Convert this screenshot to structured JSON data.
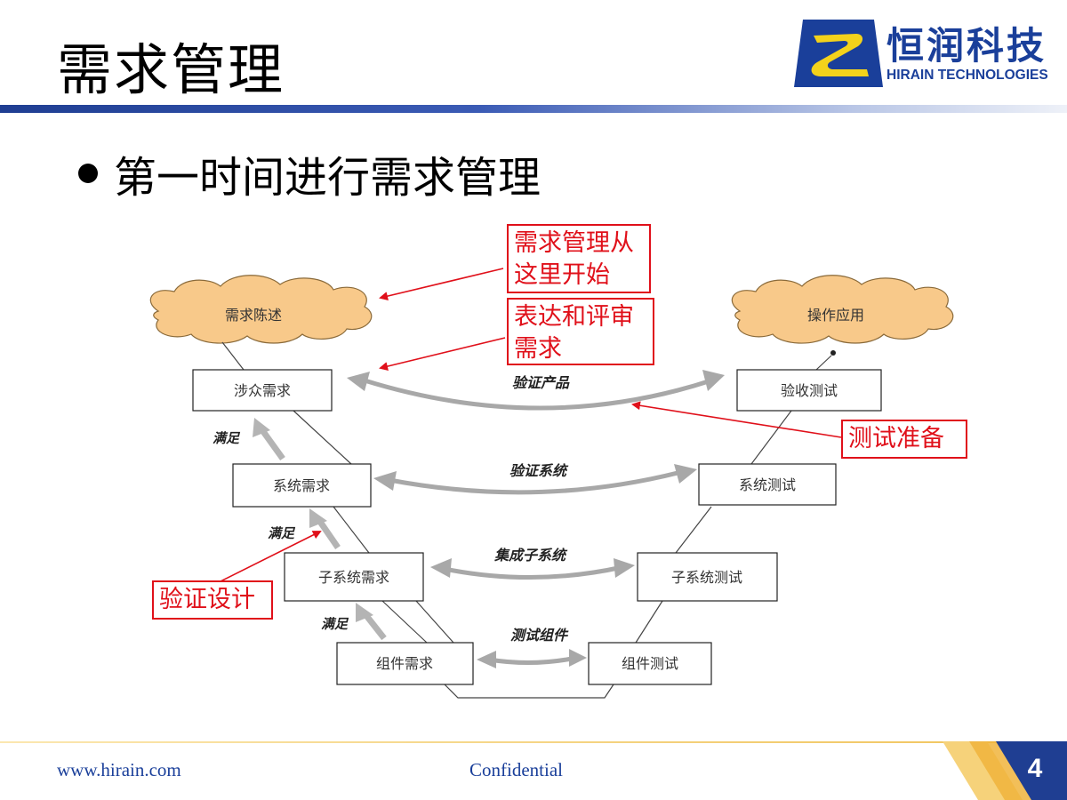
{
  "header": {
    "title": "需求管理",
    "logo_cn": "恒润科技",
    "logo_en": "HIRAIN TECHNOLOGIES"
  },
  "bullet": "第一时间进行需求管理",
  "diagram": {
    "clouds": {
      "left": "需求陈述",
      "right": "操作应用"
    },
    "left_boxes": [
      "涉众需求",
      "系统需求",
      "子系统需求",
      "组件需求"
    ],
    "right_boxes": [
      "验收测试",
      "系统测试",
      "子系统测试",
      "组件测试"
    ],
    "links": [
      "验证产品",
      "验证系统",
      "集成子系统",
      "测试组件"
    ],
    "satisfies": [
      "满足",
      "满足",
      "满足"
    ]
  },
  "callouts": {
    "start": "需求管理从这里开始",
    "express": "表达和评审需求",
    "test_prep": "测试准备",
    "verify_design": "验证设计"
  },
  "footer": {
    "url": "www.hirain.com",
    "confidential": "Confidential",
    "page": "4"
  },
  "colors": {
    "brand_blue": "#1a3f9a",
    "callout_red": "#e0101a",
    "cloud_fill": "#f8c98a",
    "arrow_gray": "#a8a8a8"
  }
}
